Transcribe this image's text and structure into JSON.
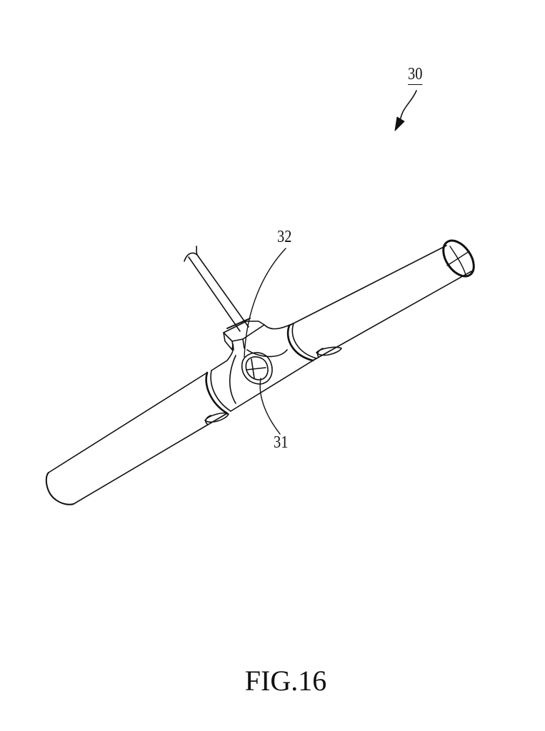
{
  "figure": {
    "caption": "FIG.16",
    "assembly_ref": "30",
    "labels": [
      {
        "id": "30",
        "text": "30",
        "underlined": true
      },
      {
        "id": "32",
        "text": "32",
        "underlined": false
      },
      {
        "id": "31",
        "text": "31",
        "underlined": false
      }
    ]
  },
  "colors": {
    "ink": "#111111",
    "paper": "#ffffff"
  }
}
